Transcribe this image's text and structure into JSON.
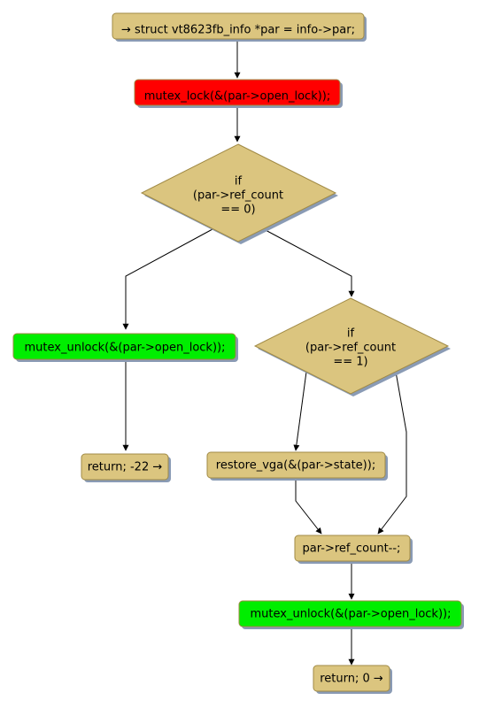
{
  "diagram": {
    "type": "flowchart",
    "colors": {
      "statement": "#dbc57f",
      "lock": "#ff0000",
      "unlock": "#00ee00",
      "border": "#a08a45",
      "shadow": "#8a9bb5",
      "edge": "#000000"
    },
    "nodes": {
      "start": {
        "text": "→ struct vt8623fb_info *par = info->par;"
      },
      "lock": {
        "text": "mutex_lock(&(par->open_lock));"
      },
      "cond1": {
        "lines": [
          "if",
          "(par->ref_count",
          "== 0)"
        ]
      },
      "unlock1": {
        "text": "mutex_unlock(&(par->open_lock));"
      },
      "return1": {
        "text": "return; -22 →"
      },
      "cond2": {
        "lines": [
          "if",
          "(par->ref_count",
          "== 1)"
        ]
      },
      "restore": {
        "text": "restore_vga(&(par->state));"
      },
      "decrement": {
        "text": "par->ref_count--;"
      },
      "unlock2": {
        "text": "mutex_unlock(&(par->open_lock));"
      },
      "return0": {
        "text": "return; 0 →"
      }
    }
  }
}
